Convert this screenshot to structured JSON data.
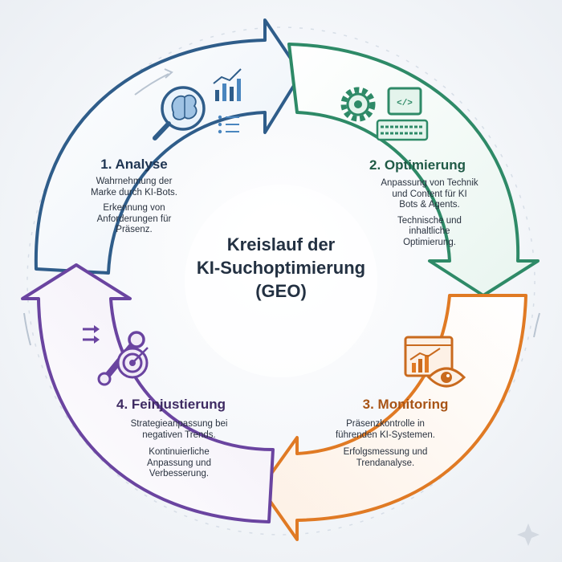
{
  "center": {
    "line1": "Kreislauf der",
    "line2": "KI-Suchoptimierung",
    "line3": "(GEO)"
  },
  "steps": [
    {
      "title": "1. Analyse",
      "color": "#2f5d8a",
      "icons": [
        "brain-magnifier-icon",
        "bar-chart-icon",
        "list-icon"
      ],
      "desc": [
        [
          "Wahrnehmung der",
          "Marke durch KI-Bots."
        ],
        [
          "Erkennung von",
          "Anforderungen für",
          "Präsenz."
        ]
      ]
    },
    {
      "title": "2. Optimierung",
      "color": "#2e8a67",
      "icons": [
        "gear-icon",
        "code-icon",
        "keyboard-icon"
      ],
      "desc": [
        [
          "Anpassung von Technik",
          "und Content für KI",
          "Bots & Agents."
        ],
        [
          "Technische und",
          "inhaltliche",
          "Optimierung."
        ]
      ]
    },
    {
      "title": "3. Monitoring",
      "color": "#c96a1e",
      "icons": [
        "browser-chart-icon",
        "eye-icon"
      ],
      "desc": [
        [
          "Präsenzkontrolle in",
          "führenden KI-Systemen."
        ],
        [
          "Erfolgsmessung und",
          "Trendanalyse."
        ]
      ]
    },
    {
      "title": "4. Feinjustierung",
      "color": "#5b3a8c",
      "icons": [
        "arrows-icon",
        "wrench-icon",
        "target-icon"
      ],
      "desc": [
        [
          "Strategieanpassung bei",
          "negativen Trends."
        ],
        [
          "Kontinuierliche",
          "Anpassung und",
          "Verbesserung."
        ]
      ]
    }
  ]
}
